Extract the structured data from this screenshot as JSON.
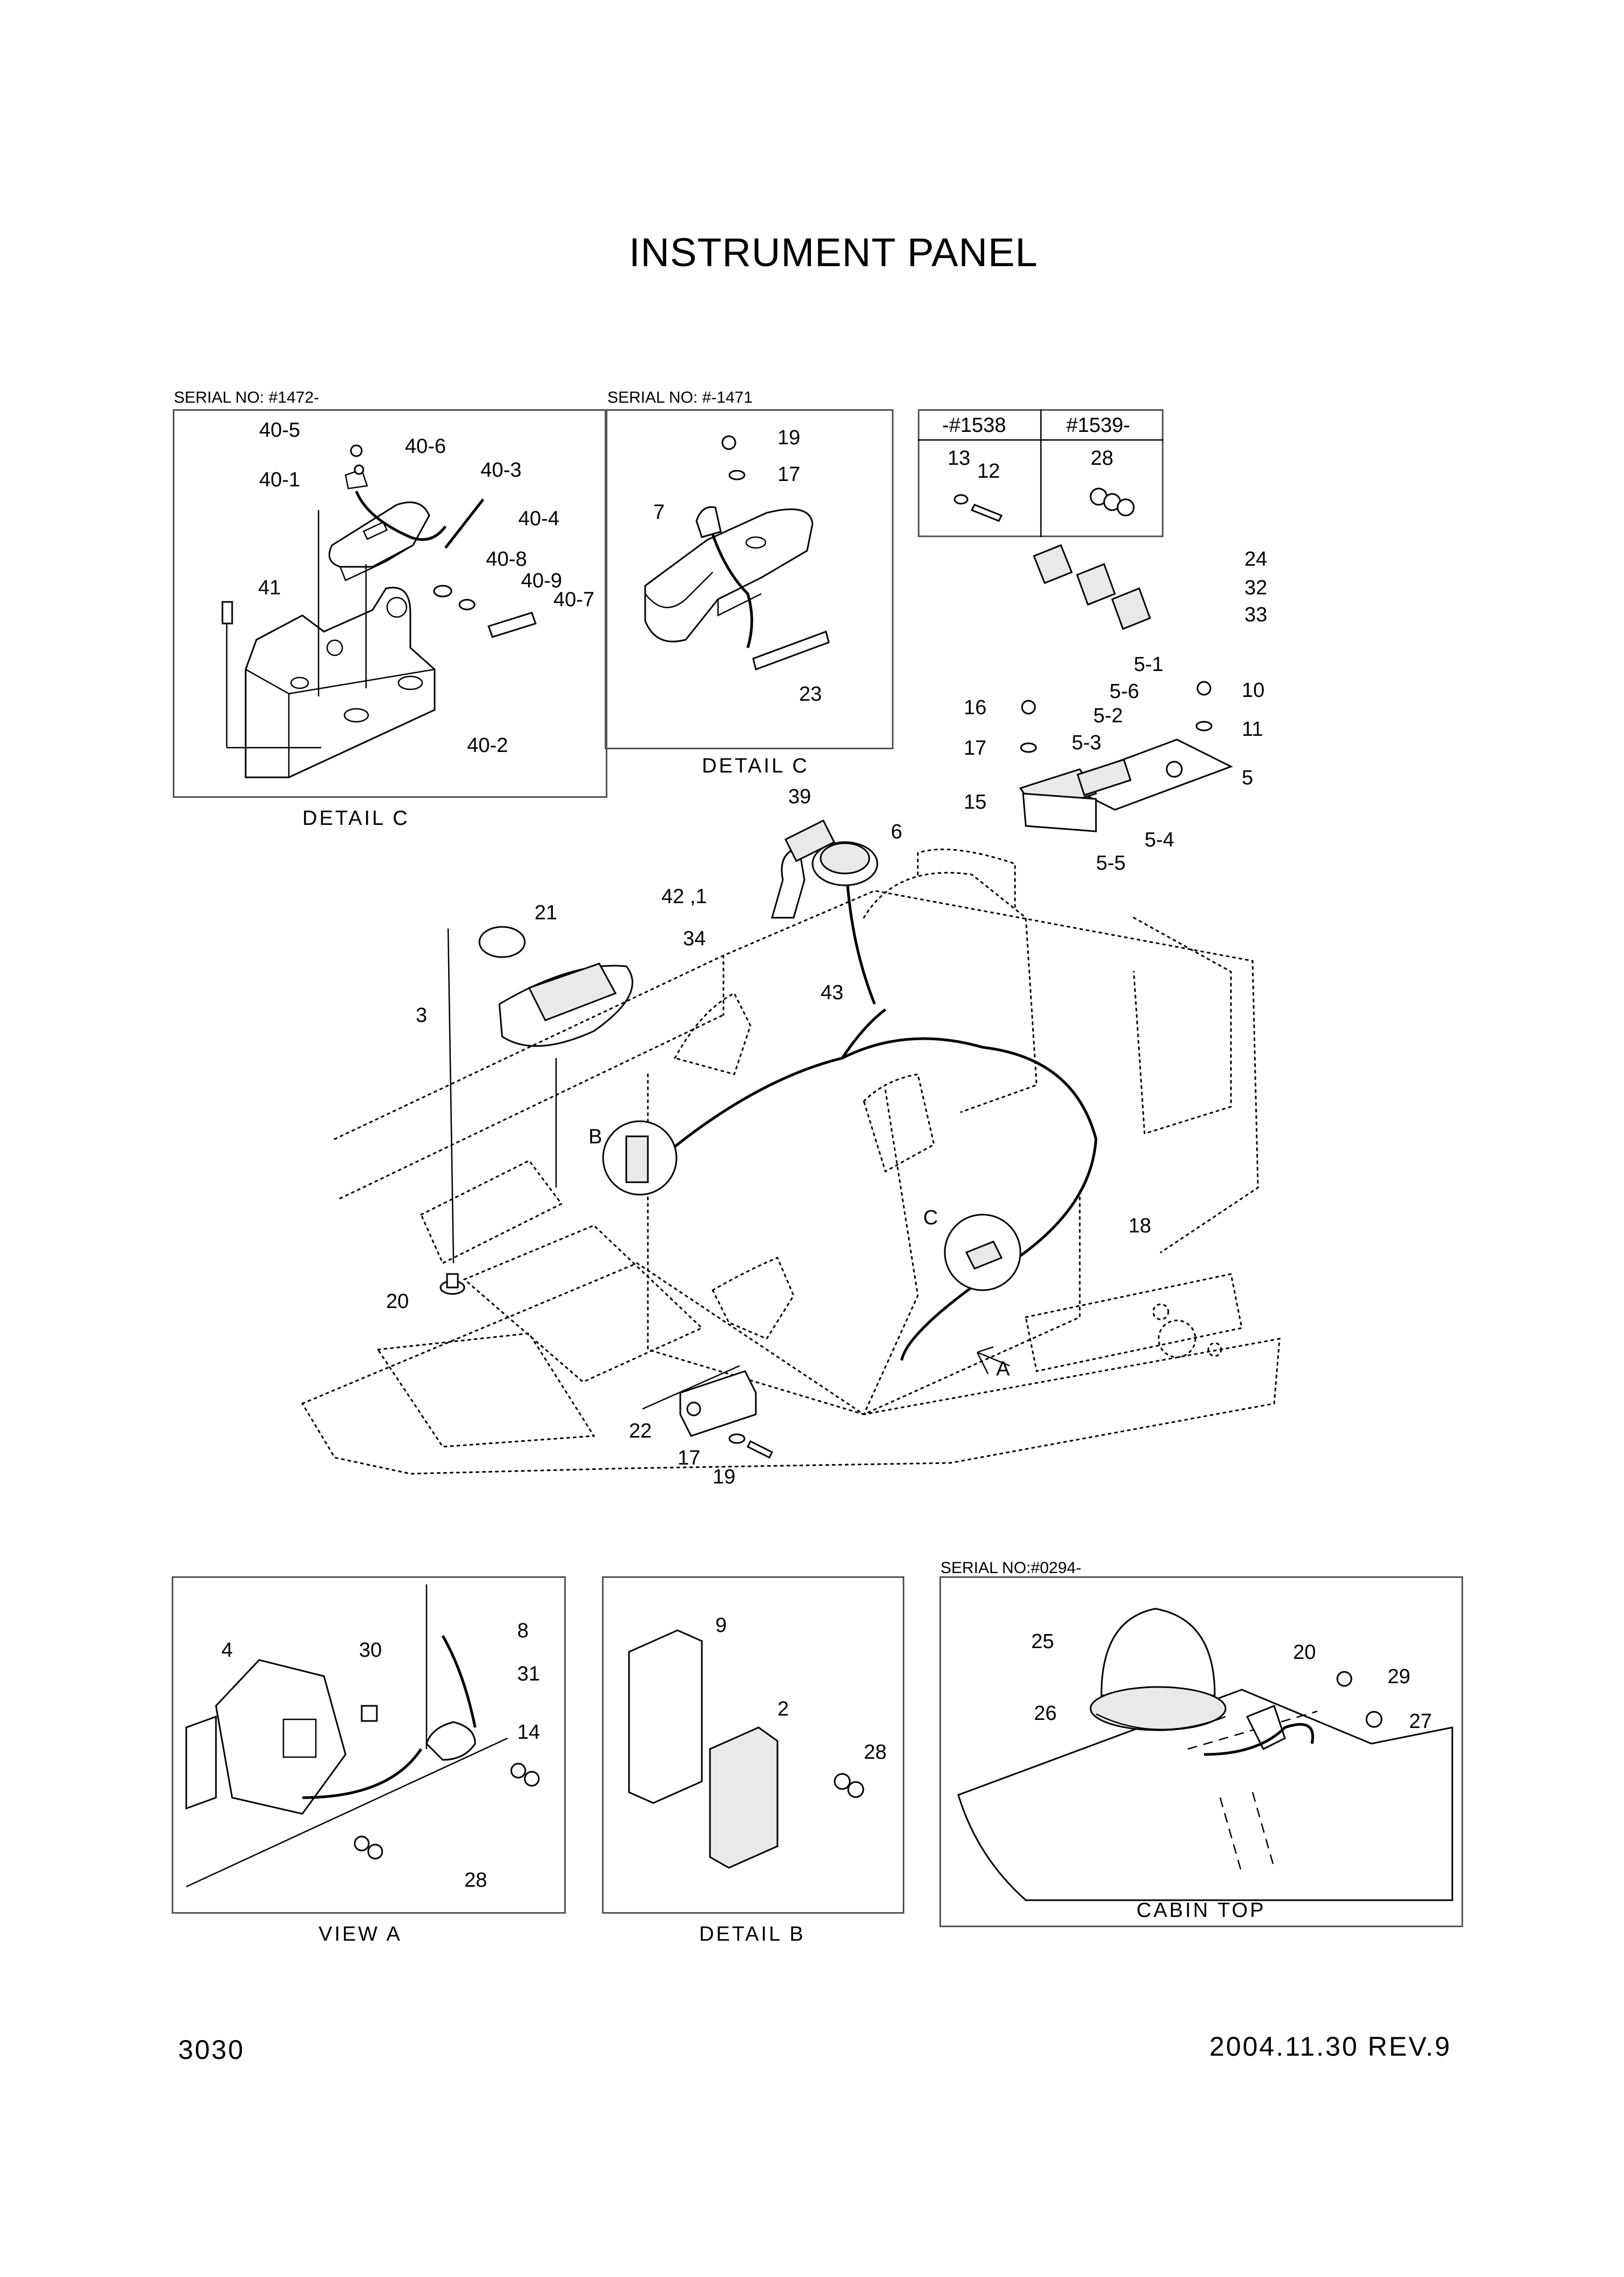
{
  "title": "INSTRUMENT PANEL",
  "page_number": "3030",
  "revision": "2004.11.30   REV.9",
  "panels": {
    "detail_c_new": {
      "serial": "SERIAL NO: #1472-",
      "caption": "DETAIL  C"
    },
    "detail_c_old": {
      "serial": "SERIAL NO: #-1471",
      "caption": "DETAIL  C"
    },
    "serial_table": {
      "col1": "-#1538",
      "col2": "#1539-"
    },
    "view_a": {
      "caption": "VIEW  A"
    },
    "detail_b": {
      "caption": "DETAIL  B"
    },
    "cabin_top": {
      "serial": "SERIAL NO:#0294-",
      "caption": "CABIN TOP"
    }
  },
  "callouts": [
    "40-5",
    "40-6",
    "40-1",
    "40-3",
    "40-4",
    "40-8",
    "40-9",
    "40-7",
    "41",
    "40-2",
    "19",
    "17",
    "7",
    "23",
    "13",
    "12",
    "28",
    "24",
    "32",
    "33",
    "5-1",
    "5-6",
    "5-2",
    "5-3",
    "16",
    "17",
    "10",
    "11",
    "5",
    "15",
    "5-5",
    "5-4",
    "39",
    "6",
    "42 ,1",
    "34",
    "21",
    "3",
    "43",
    "B",
    "C",
    "18",
    "20",
    "A",
    "22",
    "17",
    "19",
    "8",
    "4",
    "30",
    "31",
    "14",
    "28",
    "9",
    "2",
    "28",
    "25",
    "20",
    "29",
    "26",
    "27"
  ]
}
